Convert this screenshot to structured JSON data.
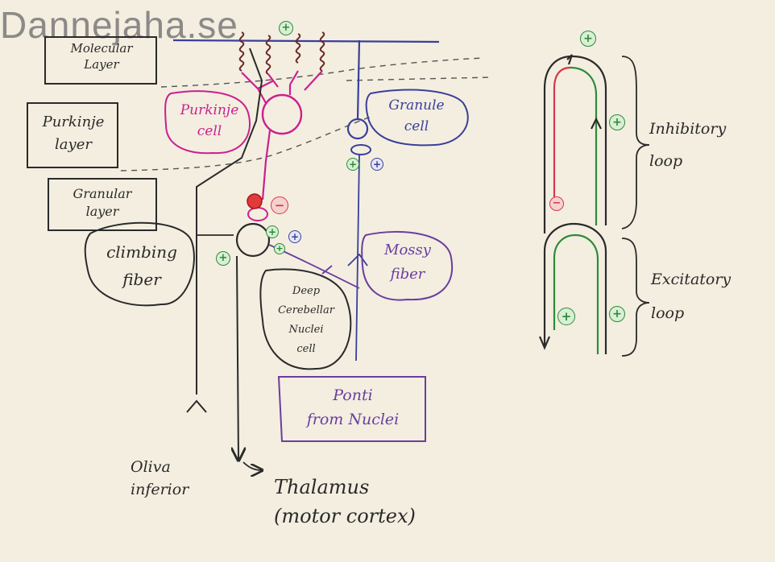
{
  "watermark": "Dannejaha.se",
  "colors": {
    "paper": "#f3eee0",
    "ink": "#2a2a2a",
    "purkinje": "#cc1f8f",
    "granule": "#3a3f9a",
    "mossy": "#6b3d9e",
    "inhibitory": "#d23a4a",
    "excitatory": "#2e8a3a",
    "plus_fill": "#d9efd5",
    "minus_fill": "#f6d2cf"
  },
  "layers": {
    "molecular": "Molecular\nLayer",
    "purkinje": "Purkinje\nlayer",
    "granular": "Granular\nlayer"
  },
  "cells": {
    "purkinje": "Purkinje\ncell",
    "granule": "Granule\ncell",
    "deep_nuclei": "Deep\nCerebellar\nNuclei\ncell"
  },
  "fibers": {
    "climbing": "climbing\nfiber",
    "mossy": "Mossy\nfiber"
  },
  "sources": {
    "pontine": "Ponti\nfrom Nuclei",
    "oliva": "Oliva\ninferior",
    "thalamus": "Thalamus",
    "motor_cortex": "(motor cortex)"
  },
  "loops": {
    "inhibitory": "Inhibitory\nloop",
    "excitatory": "Excitatory\nloop"
  },
  "signs": {
    "plus": "+",
    "minus": "−"
  }
}
